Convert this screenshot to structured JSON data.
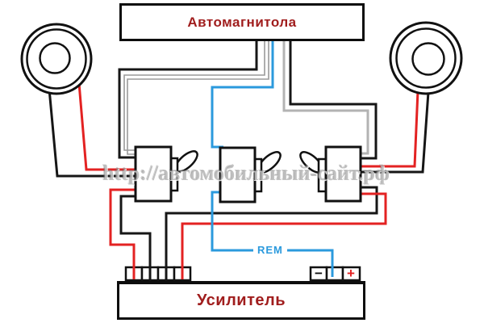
{
  "head_unit": {
    "label": "Автомагнитола"
  },
  "amplifier": {
    "label": "Усилитель"
  },
  "rem": {
    "label": "REM"
  },
  "power_terminals": {
    "minus": "−",
    "plus": "+"
  },
  "watermark": {
    "text": "http://автомобильный-сайт.рф"
  },
  "colors": {
    "wire_black": "#161616",
    "wire_red": "#e32222",
    "wire_blue": "#2b9add",
    "wire_gray": "#b3b3b3",
    "wire_gray_pair": "#9a9a9a",
    "label_red": "#a01d1d"
  },
  "diagram_data": {
    "type": "wiring-diagram",
    "nodes": [
      {
        "id": "head-unit",
        "label": "Автомагнитола"
      },
      {
        "id": "amplifier",
        "label": "Усилитель"
      },
      {
        "id": "left-speaker",
        "label": ""
      },
      {
        "id": "right-speaker",
        "label": ""
      },
      {
        "id": "connector-1",
        "label": ""
      },
      {
        "id": "connector-2",
        "label": ""
      },
      {
        "id": "connector-3",
        "label": ""
      }
    ],
    "connections": [
      {
        "from": "head-unit",
        "to": "connector-1",
        "wire": "black"
      },
      {
        "from": "head-unit",
        "to": "connector-1",
        "wire": "gray-pair"
      },
      {
        "from": "head-unit",
        "to": "connector-2",
        "wire": "blue"
      },
      {
        "from": "head-unit",
        "to": "connector-3",
        "wire": "gray"
      },
      {
        "from": "head-unit",
        "to": "connector-3",
        "wire": "black"
      },
      {
        "from": "left-speaker",
        "to": "connector-1",
        "wire": "red"
      },
      {
        "from": "left-speaker",
        "to": "connector-1",
        "wire": "black"
      },
      {
        "from": "right-speaker",
        "to": "connector-3",
        "wire": "red"
      },
      {
        "from": "right-speaker",
        "to": "connector-3",
        "wire": "black"
      },
      {
        "from": "connector-1",
        "to": "amplifier-speaker-terminal-1",
        "wire": "red"
      },
      {
        "from": "connector-1",
        "to": "amplifier-speaker-terminal-2",
        "wire": "black"
      },
      {
        "from": "connector-3",
        "to": "amplifier-speaker-terminal-3",
        "wire": "black"
      },
      {
        "from": "connector-3",
        "to": "amplifier-speaker-terminal-4",
        "wire": "red"
      },
      {
        "from": "connector-2",
        "to": "amplifier-rem-terminal",
        "wire": "blue",
        "label": "REM"
      }
    ],
    "amplifier_power_terminals": [
      "−",
      "",
      "+"
    ]
  }
}
